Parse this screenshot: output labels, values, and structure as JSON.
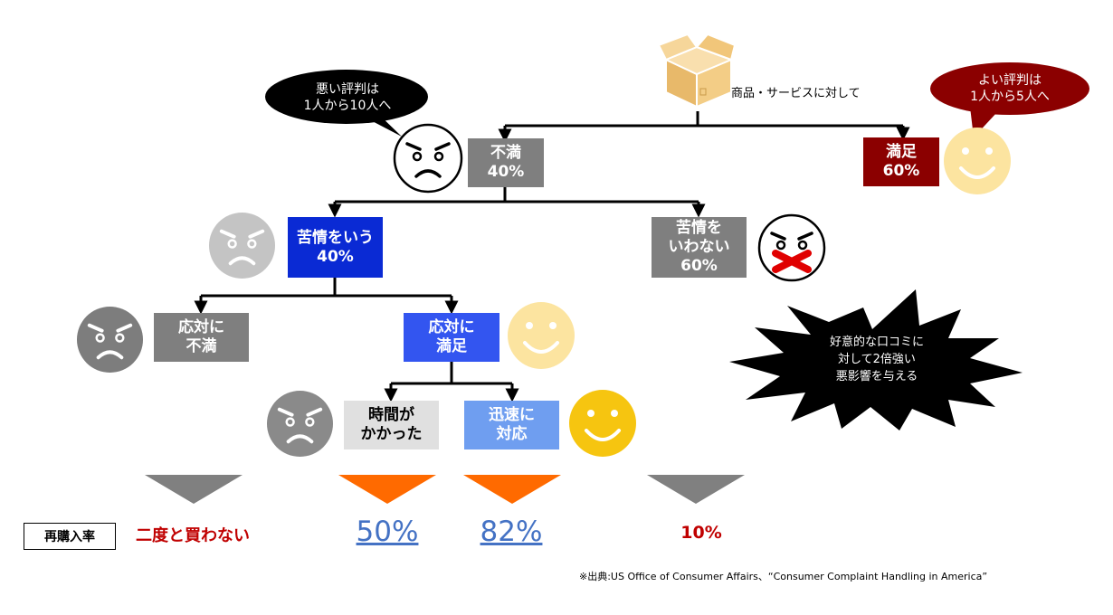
{
  "top_label": "商品・サービスに対して",
  "bubbles": {
    "bad": [
      "悪い評判は",
      "1人から10人へ"
    ],
    "good": [
      "よい評判は",
      "1人から5人へ"
    ]
  },
  "nodes": {
    "dissatisfied": [
      "不満",
      "40%"
    ],
    "satisfied": [
      "満足",
      "60%"
    ],
    "complain": [
      "苦情をいう",
      "40%"
    ],
    "no_complain": [
      "苦情を",
      "いわない",
      "60%"
    ],
    "resp_unsat": [
      "応対に",
      "不満"
    ],
    "resp_sat": [
      "応対に",
      "満足"
    ],
    "slow": [
      "時間が",
      "かかった"
    ],
    "quick": [
      "迅速に",
      "対応"
    ]
  },
  "burst": [
    "好意的な口コミに",
    "対して2倍強い",
    "悪影響を与える"
  ],
  "repurchase": {
    "label": "再購入率",
    "never": "二度と買わない",
    "slow_rate": "50%",
    "quick_rate": "82%",
    "no_complain_rate": "10%"
  },
  "source": "※出典:US Office of Consumer Affairs、“Consumer Complaint Handling in America”",
  "colors": {
    "gray_node": "#7f7f7f",
    "dark_red": "#8b0000",
    "blue_dark": "#0a2ad4",
    "blue_mid": "#3355f0",
    "blue_light": "#6f9ef0",
    "light_gray": "#e0e0e0",
    "orange": "#ff6a00",
    "rate_blue": "#4472c4",
    "rate_red": "#c00000",
    "face_yellow": "#f6c510",
    "face_pale": "#fce4a0",
    "face_gray": "#8a8a8a",
    "face_light_gray": "#c4c4c4"
  }
}
